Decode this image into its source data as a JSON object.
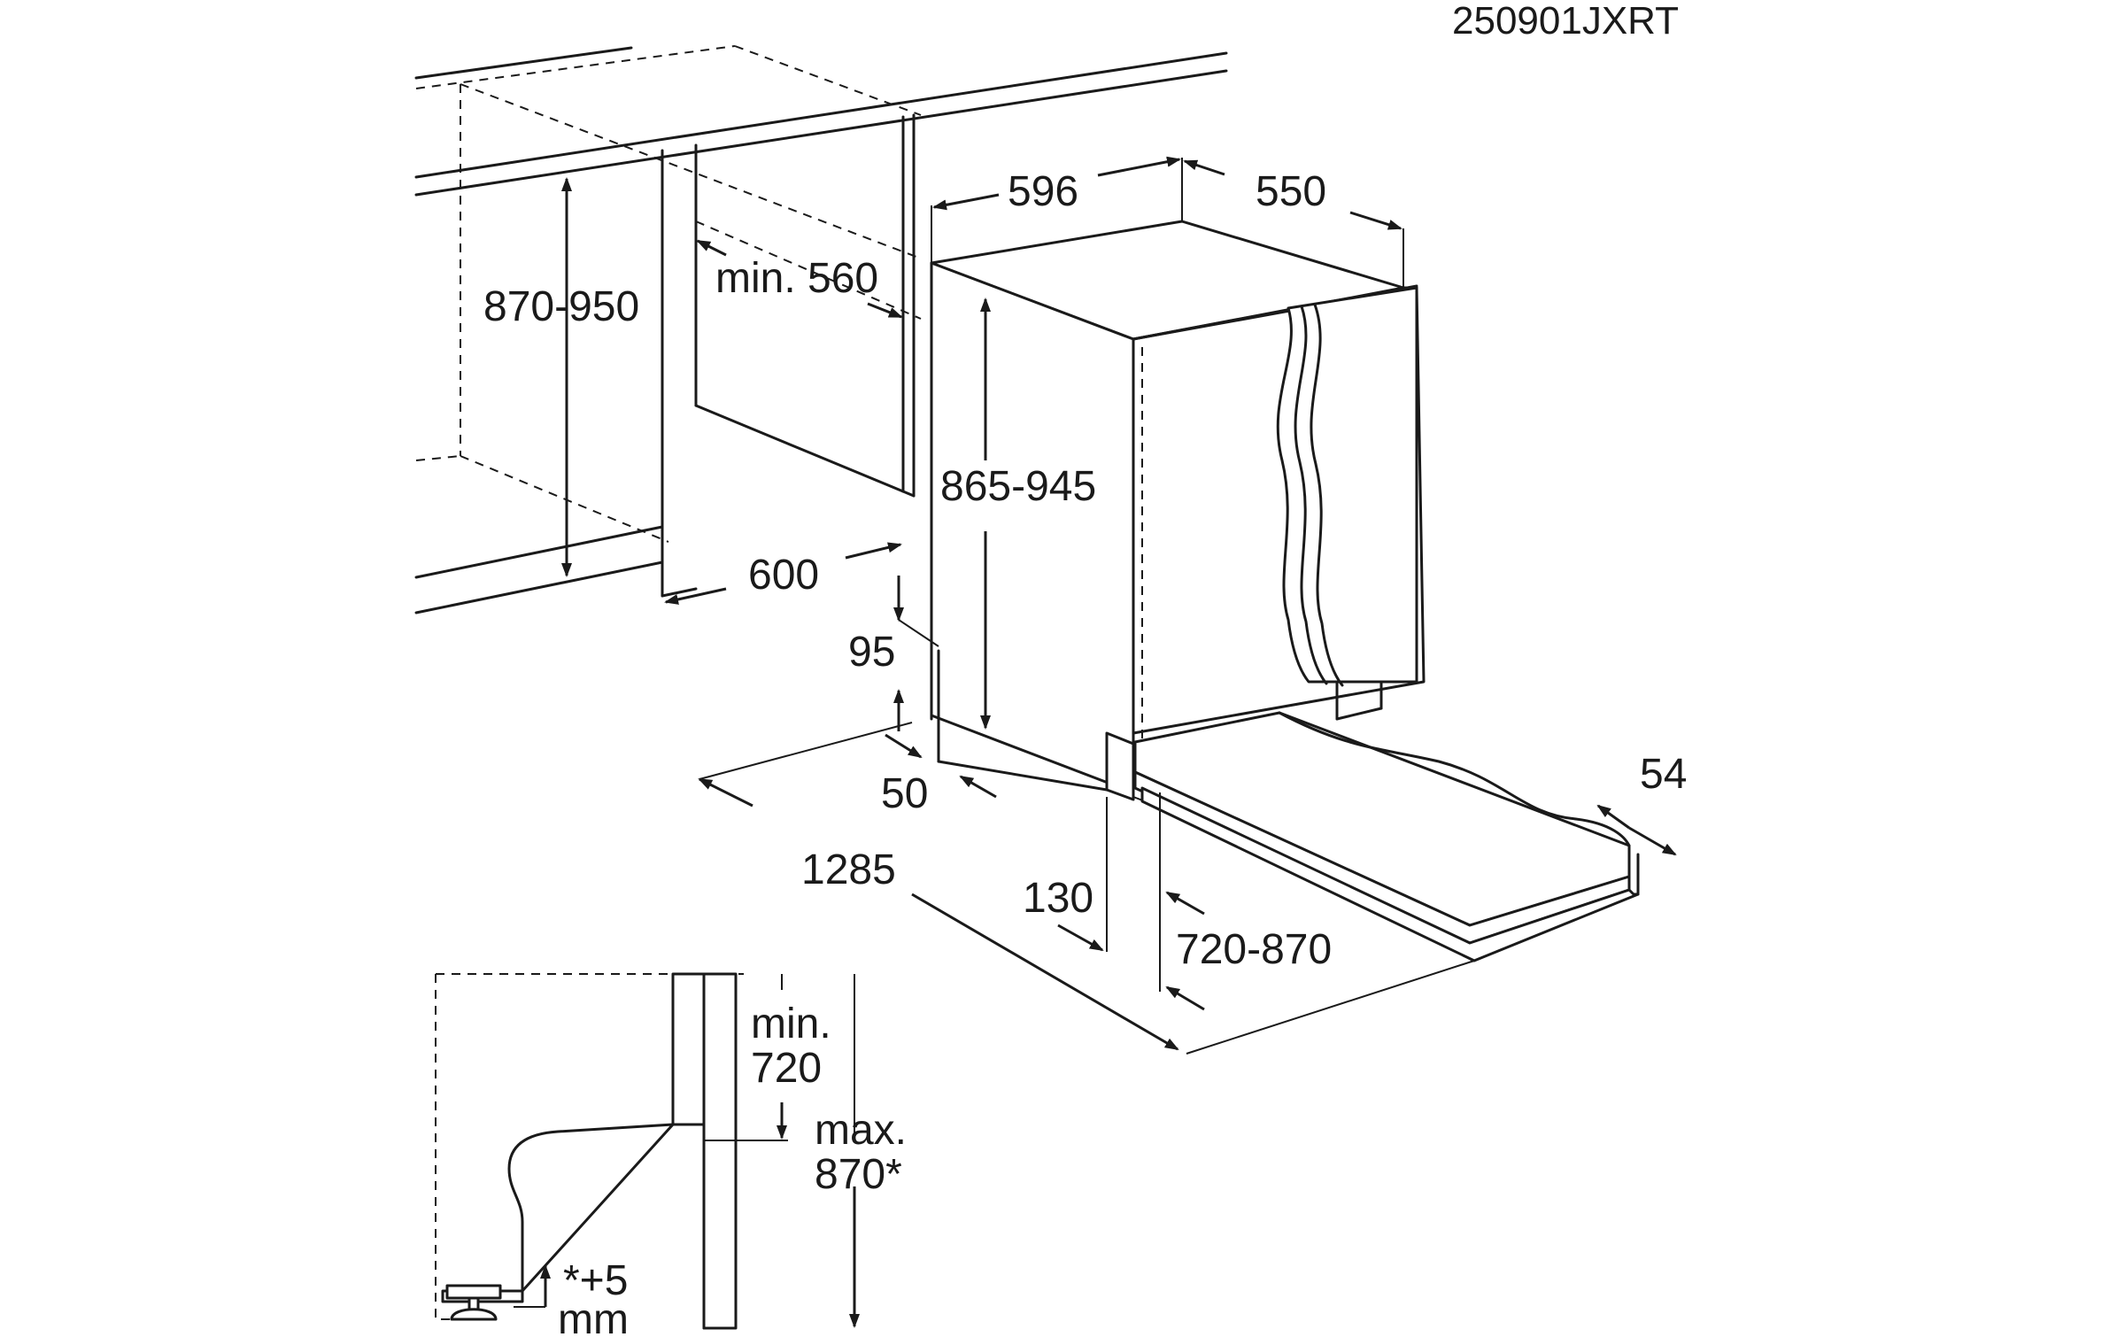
{
  "product_code": "250901JXRT",
  "dimensions": {
    "width": "596",
    "depth": "550",
    "niche_depth_min": "min. 560",
    "niche_height": "870-950",
    "appliance_height": "865-945",
    "niche_width": "600",
    "plinth_offset": "95",
    "foot_offset": "50",
    "total_open_depth": "1285",
    "plinth_depth": "130",
    "door_range": "720-870",
    "door_travel": "54"
  },
  "detail": {
    "min_label": "min.",
    "min_value": "720",
    "max_label": "max.",
    "max_value": "870*",
    "adjust_line1": "*+5",
    "adjust_line2": "mm"
  }
}
